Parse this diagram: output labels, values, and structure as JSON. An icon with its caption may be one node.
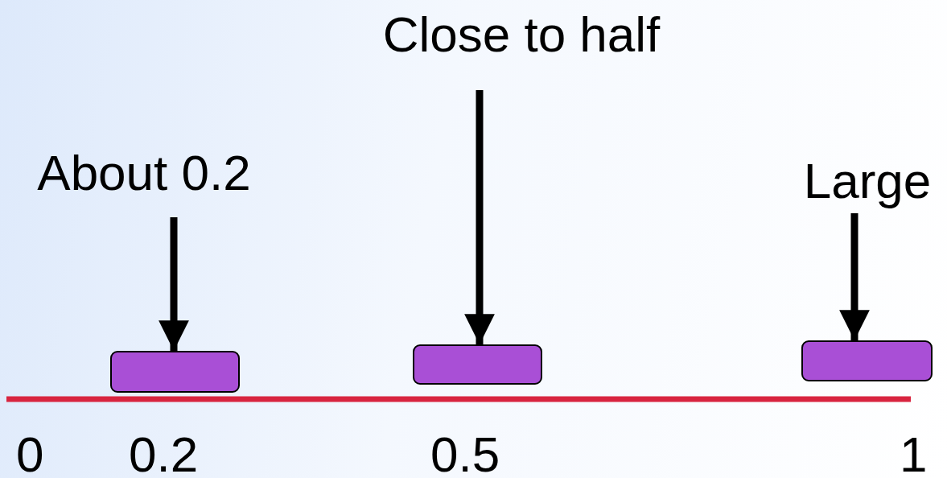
{
  "diagram": {
    "nodes": [
      {
        "text": [
          "Close to half"
        ]
      },
      {
        "text": [
          "About 0.2"
        ]
      },
      {
        "text": [
          "Large"
        ]
      },
      {
        "text": [],
        "shape": "box"
      },
      {
        "text": [],
        "shape": "box"
      },
      {
        "text": [],
        "shape": "box"
      }
    ],
    "edges": [
      {
        "from": 1,
        "to": 3,
        "arrow": "to"
      },
      {
        "from": 0,
        "to": 4,
        "arrow": "to"
      },
      {
        "from": 2,
        "to": 5,
        "arrow": "to"
      }
    ],
    "labels": [
      "0",
      "0.2",
      "0.5",
      "1"
    ]
  }
}
